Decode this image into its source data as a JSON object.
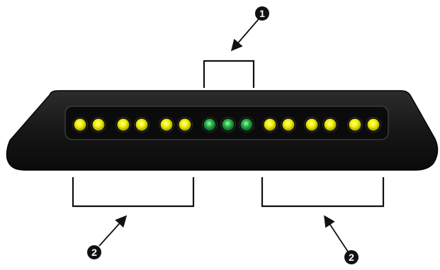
{
  "callouts": [
    {
      "id": "callout-1",
      "label": "1"
    },
    {
      "id": "callout-2-left",
      "label": "2"
    },
    {
      "id": "callout-2-right",
      "label": "2"
    }
  ],
  "leds": [
    {
      "group": "left",
      "color": "yellow"
    },
    {
      "group": "left",
      "color": "yellow"
    },
    {
      "group": "left",
      "color": "yellow"
    },
    {
      "group": "left",
      "color": "yellow"
    },
    {
      "group": "left",
      "color": "yellow"
    },
    {
      "group": "left",
      "color": "yellow"
    },
    {
      "group": "center",
      "color": "green"
    },
    {
      "group": "center",
      "color": "green"
    },
    {
      "group": "center",
      "color": "green"
    },
    {
      "group": "right",
      "color": "yellow"
    },
    {
      "group": "right",
      "color": "yellow"
    },
    {
      "group": "right",
      "color": "yellow"
    },
    {
      "group": "right",
      "color": "yellow"
    },
    {
      "group": "right",
      "color": "yellow"
    },
    {
      "group": "right",
      "color": "yellow"
    }
  ],
  "colors": {
    "housing": "#1b1b1b",
    "panel": "#0a0a0a",
    "led_yellow": "#f2f200",
    "led_green": "#1f9d3a",
    "bracket": "#111111",
    "callout_bg": "#111111",
    "callout_text": "#ffffff"
  }
}
